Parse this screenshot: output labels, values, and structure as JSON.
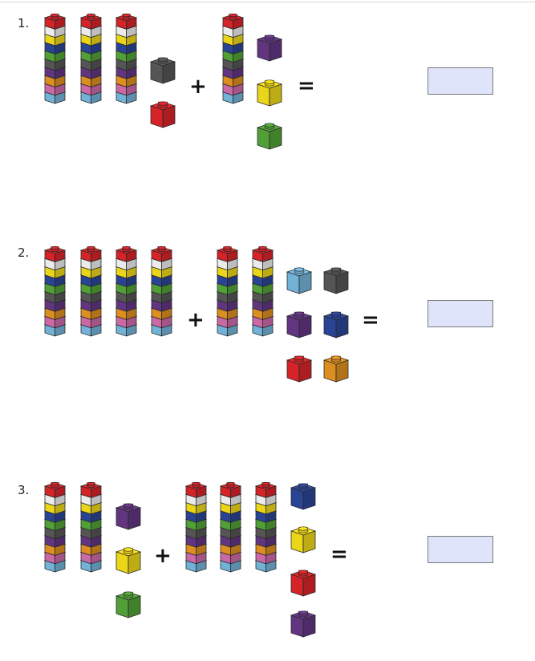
{
  "colors": {
    "red": "#e8262b",
    "white": "#ffffff",
    "yellow": "#ffe81a",
    "blue": "#2e4aa2",
    "green": "#58ae3c",
    "gray": "#5c5c5c",
    "purple": "#6a3a8c",
    "orange": "#ef9a22",
    "pink": "#dd72b6",
    "lightblue": "#7cc1ea",
    "outline": "#2a2a2a",
    "answer_fill": "#dfe4fb"
  },
  "tower_sequence": [
    "red",
    "white",
    "yellow",
    "blue",
    "green",
    "gray",
    "purple",
    "orange",
    "pink",
    "lightblue"
  ],
  "problems": [
    {
      "number": "1.",
      "plus": "+",
      "equals": "=",
      "left": {
        "towers": 3,
        "loose": [
          "gray",
          "red"
        ]
      },
      "right": {
        "towers": 1,
        "loose": [
          "purple",
          "yellow",
          "green"
        ]
      },
      "answer": ""
    },
    {
      "number": "2.",
      "plus": "+",
      "equals": "=",
      "left": {
        "towers": 4,
        "loose": []
      },
      "right": {
        "towers": 2,
        "loose": [
          "lightblue",
          "gray",
          "purple",
          "blue",
          "red",
          "orange"
        ]
      },
      "answer": ""
    },
    {
      "number": "3.",
      "plus": "+",
      "equals": "=",
      "left": {
        "towers": 2,
        "loose": [
          "purple",
          "yellow",
          "green"
        ]
      },
      "right": {
        "towers": 3,
        "loose": [
          "blue",
          "yellow",
          "red",
          "purple"
        ]
      },
      "answer": ""
    }
  ]
}
